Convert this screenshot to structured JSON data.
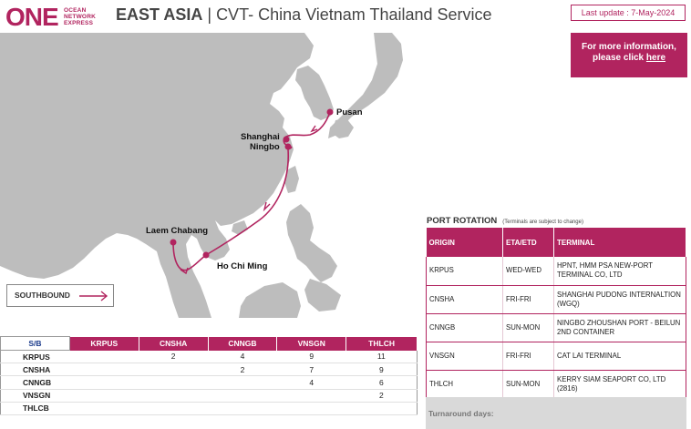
{
  "header": {
    "logo_word": "ONE",
    "logo_sub_1": "OCEAN",
    "logo_sub_2": "NETWORK",
    "logo_sub_3": "EXPRESS",
    "region": "EAST ASIA",
    "separator": "|",
    "service": "CVT- China Vietnam Thailand Service",
    "last_update": "Last update : 7-May-2024"
  },
  "info": {
    "line1": "For more information,",
    "line2_prefix": "please click ",
    "link": "here"
  },
  "map": {
    "ports": [
      "Pusan",
      "Shanghai",
      "Ningbo",
      "Laem Chabang",
      "Ho Chi Ming"
    ],
    "direction_label": "SOUTHBOUND",
    "colors": {
      "land": "#bdbdbd",
      "sea": "#ffffff",
      "route": "#b1245f"
    }
  },
  "transit": {
    "corner": "S/B",
    "columns": [
      "KRPUS",
      "CNSHA",
      "CNNGB",
      "VNSGN",
      "THLCH"
    ],
    "rows": [
      {
        "port": "KRPUS",
        "cells": [
          "",
          "2",
          "4",
          "9",
          "11"
        ]
      },
      {
        "port": "CNSHA",
        "cells": [
          "",
          "",
          "2",
          "7",
          "9"
        ]
      },
      {
        "port": "CNNGB",
        "cells": [
          "",
          "",
          "",
          "4",
          "6"
        ]
      },
      {
        "port": "VNSGN",
        "cells": [
          "",
          "",
          "",
          "",
          "2"
        ]
      },
      {
        "port": "THLCB",
        "cells": [
          "",
          "",
          "",
          "",
          ""
        ]
      }
    ]
  },
  "rotation": {
    "title": "PORT ROTATION",
    "note": "(Terminals are subject to change)",
    "headers": [
      "ORIGIN",
      "ETA/ETD",
      "TERMINAL"
    ],
    "rows": [
      {
        "origin": "KRPUS",
        "eta": "WED-WED",
        "terminal": "HPNT, HMM PSA NEW-PORT TERMINAL CO, LTD"
      },
      {
        "origin": "CNSHA",
        "eta": "FRI-FRI",
        "terminal": "SHANGHAI PUDONG INTERNALTION (WGQ)"
      },
      {
        "origin": "CNNGB",
        "eta": "SUN-MON",
        "terminal": "NINGBO ZHOUSHAN PORT - BEILUN 2ND CONTAINER"
      },
      {
        "origin": "VNSGN",
        "eta": "FRI-FRI",
        "terminal": "CAT LAI TERMINAL"
      },
      {
        "origin": "THLCH",
        "eta": "SUN-MON",
        "terminal": "KERRY SIAM SEAPORT CO, LTD (2816)"
      }
    ],
    "turnaround_label": "Turnaround days:"
  }
}
